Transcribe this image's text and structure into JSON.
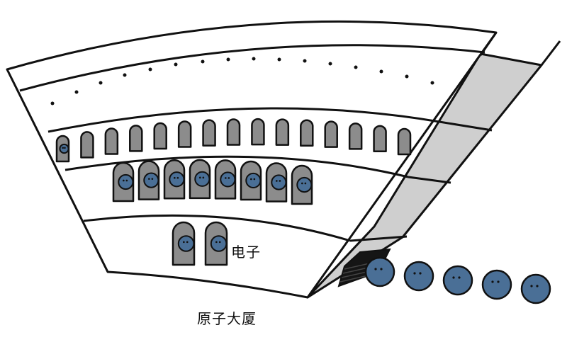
{
  "labels": {
    "electron": "电子",
    "building": "原子大厦"
  },
  "colors": {
    "outline": "#111111",
    "window_fill": "#8c8c8c",
    "side_wall": "#cfcfcf",
    "electron": "#4a6f96",
    "background": "#ffffff"
  },
  "shells": [
    {
      "name": "top-floor",
      "windows": 0,
      "electrons": 0
    },
    {
      "name": "third-floor",
      "windows": 15,
      "electrons": 1
    },
    {
      "name": "second-floor",
      "windows": 8,
      "electrons": 8
    },
    {
      "name": "ground-floor",
      "windows": 2,
      "electrons": 2
    }
  ],
  "queue_electrons": 5
}
